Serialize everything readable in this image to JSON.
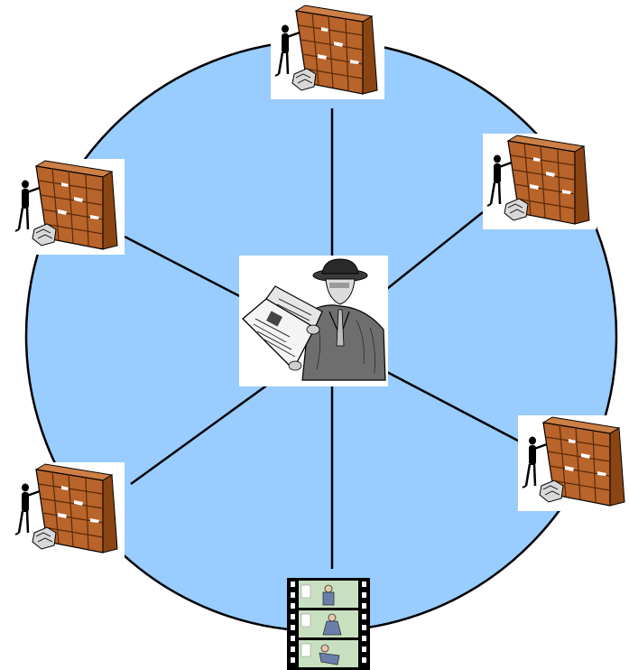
{
  "diagram": {
    "colors": {
      "circle_fill": "#99CCFF",
      "circle_stroke": "#000000",
      "spoke": "#000000",
      "cabinet_front": "#B8642A",
      "cabinet_side": "#8B4513",
      "cabinet_top": "#CD7F45",
      "card_bg": "#FFFFFF"
    },
    "hub": {
      "icon": "newspaper-reader-icon"
    },
    "nodes": [
      {
        "id": "top",
        "icon": "filing-cabinet-clerk-icon"
      },
      {
        "id": "upper-right",
        "icon": "filing-cabinet-clerk-icon"
      },
      {
        "id": "lower-right",
        "icon": "filing-cabinet-clerk-icon"
      },
      {
        "id": "bottom",
        "icon": "film-strip-icon"
      },
      {
        "id": "lower-left",
        "icon": "filing-cabinet-clerk-icon"
      },
      {
        "id": "upper-left",
        "icon": "filing-cabinet-clerk-icon"
      }
    ]
  }
}
